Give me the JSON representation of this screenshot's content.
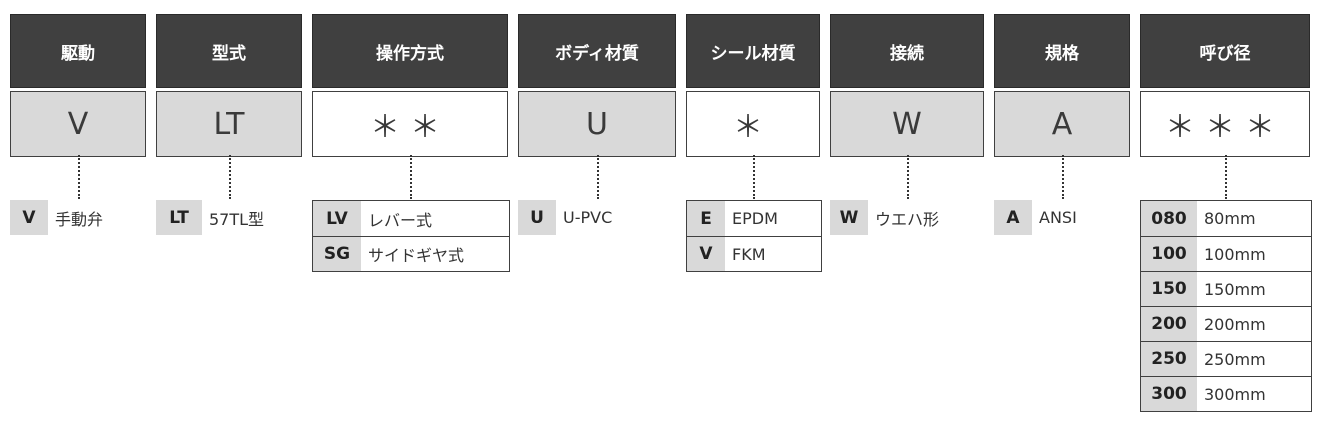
{
  "columns": [
    {
      "header": "駆動",
      "code": "V"
    },
    {
      "header": "型式",
      "code": "LT"
    },
    {
      "header": "操作方式",
      "code": "＊＊"
    },
    {
      "header": "ボディ材質",
      "code": "U"
    },
    {
      "header": "シール材質",
      "code": "＊"
    },
    {
      "header": "接続",
      "code": "W"
    },
    {
      "header": "規格",
      "code": "A"
    },
    {
      "header": "呼び径",
      "code": "＊＊＊"
    }
  ],
  "options": {
    "drive": [
      {
        "key": "V",
        "desc": "手動弁"
      }
    ],
    "model": [
      {
        "key": "LT",
        "desc": "57TL型"
      }
    ],
    "operation": [
      {
        "key": "LV",
        "desc": "レバー式"
      },
      {
        "key": "SG",
        "desc": "サイドギヤ式"
      }
    ],
    "body": [
      {
        "key": "U",
        "desc": "U-PVC"
      }
    ],
    "seal": [
      {
        "key": "E",
        "desc": "EPDM"
      },
      {
        "key": "V",
        "desc": "FKM"
      }
    ],
    "connection": [
      {
        "key": "W",
        "desc": "ウエハ形"
      }
    ],
    "standard": [
      {
        "key": "A",
        "desc": "ANSI"
      }
    ],
    "size": [
      {
        "key": "080",
        "desc": "80mm"
      },
      {
        "key": "100",
        "desc": "100mm"
      },
      {
        "key": "150",
        "desc": "150mm"
      },
      {
        "key": "200",
        "desc": "200mm"
      },
      {
        "key": "250",
        "desc": "250mm"
      },
      {
        "key": "300",
        "desc": "300mm"
      }
    ]
  }
}
